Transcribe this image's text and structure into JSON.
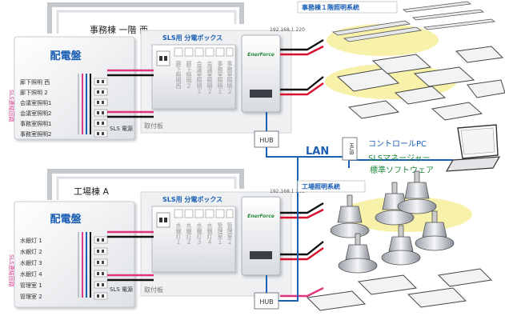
{
  "top": {
    "title": "事務棟 一階 西",
    "panel_label": "配電盤",
    "sls_box_label": "SLS用 分電ボックス",
    "ip": "192.168.1.220",
    "lighting_system": "事務棟１階照明系統",
    "breakers": [
      "廊下照明 西",
      "廊下照明 2",
      "会議室照明1",
      "会議室照明2",
      "事務室照明1",
      "事務室照明2"
    ],
    "sls_power": "SLS 電源",
    "sls_line_side": "SLS連結回路",
    "mount": "取付板",
    "box_labels": [
      "廊下照明西",
      "廊下照明２",
      "会議室照明１",
      "会議室照明２",
      "事務室照明１",
      "事務室照明２"
    ],
    "hub": "HUB"
  },
  "bottom": {
    "title": "工場棟 A",
    "panel_label": "配電盤",
    "sls_box_label": "SLS用 分電ボックス",
    "ip": "192.168.1.221",
    "lighting_system": "工場照明系統",
    "breakers": [
      "水銀灯 1",
      "水銀灯 2",
      "水銀灯 3",
      "水銀灯 4",
      "管理室 1",
      "管理室 2"
    ],
    "sls_power": "SLS 電源",
    "sls_line_side": "SLS連結回路",
    "mount": "取付板",
    "box_labels": [
      "水銀灯１",
      "水銀灯２",
      "水銀灯３",
      "水銀灯４",
      "管理室１",
      "管理室２"
    ],
    "hub": "HUB"
  },
  "center": {
    "lan": "LAN",
    "hub": "HUB",
    "pc_label": "コントロールPC",
    "software_line1": "SLSマネージャー",
    "software_line2": "標準ソフトウェア"
  },
  "device_brand": "EnerForce",
  "colors": {
    "lan": "#1a5fb4",
    "power_red": "#d8102e",
    "power_pink": "#e0347c",
    "power_black": "#111111",
    "software_green": "#1e8a3c",
    "highlight": "#f6ef9a",
    "panel_fill": "#f1f2f4"
  },
  "icons": [
    "laptop-icon",
    "ceiling-light-icon",
    "fluorescent-light-icon",
    "mercury-lamp-icon"
  ]
}
